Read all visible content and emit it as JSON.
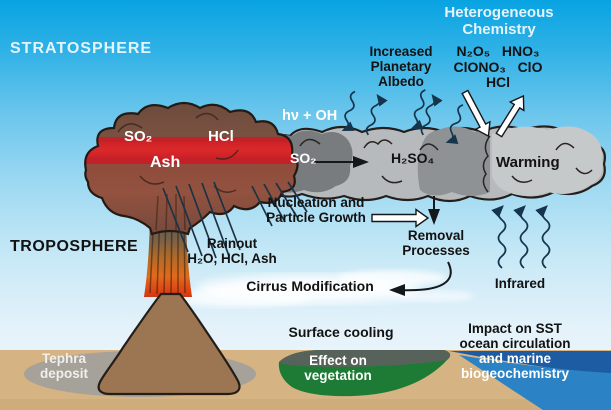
{
  "colors": {
    "sky_top": "#08a3e2",
    "sky_horizon": "#f1f8fc",
    "plume_brown": "#7c5242",
    "plume_red_band": "#c42027",
    "aerosol_grey": "#b7babc",
    "aerosol_dark_grey": "#797c7f",
    "warming_grey": "#c6c9ca",
    "lava_orange": "#e06a1c",
    "ground_tan": "#d5b383",
    "tephra_grey": "#a6a29a",
    "vegetation_green": "#1e7b35",
    "ocean_dark_blue": "#1d5ca3",
    "ocean_blue": "#2b82c4"
  },
  "layers": {
    "stratosphere_label": "STRATOSPHERE",
    "troposphere_label": "TROPOSPHERE"
  },
  "plume": {
    "so2": "SO₂",
    "hcl": "HCl",
    "ash": "Ash"
  },
  "aerosol_cloud": {
    "hv_oh": "hν + OH",
    "so2": "SO₂",
    "h2so4": "H₂SO₄",
    "warming": "Warming"
  },
  "stratosphere_processes": {
    "heterogeneous_chemistry": {
      "title_line1": "Heterogeneous",
      "title_line2": "Chemistry",
      "species_row1": "N₂O₅   HNO₃",
      "species_row2": "ClONO₃   ClO",
      "species_row3": "HCl"
    },
    "albedo": {
      "line1": "Increased",
      "line2": "Planetary",
      "line3": "Albedo"
    },
    "nucleation": {
      "line1": "Nucleation and",
      "line2": "Particle Growth"
    },
    "removal": {
      "line1": "Removal",
      "line2": "Processes"
    }
  },
  "troposphere_processes": {
    "rainout": {
      "line1": "Rainout",
      "line2": "H₂O, HCl, Ash"
    },
    "cirrus_label": "Cirrus Modification",
    "infrared_label": "Infrared",
    "surface_cooling_label": "Surface cooling",
    "vegetation": {
      "line1": "Effect on",
      "line2": "vegetation"
    },
    "ocean_impact": {
      "line1": "Impact on SST",
      "line2": "ocean circulation",
      "line3": "and marine",
      "line4": "biogeochemistry"
    },
    "tephra": {
      "line1": "Tephra",
      "line2": "deposit"
    }
  }
}
